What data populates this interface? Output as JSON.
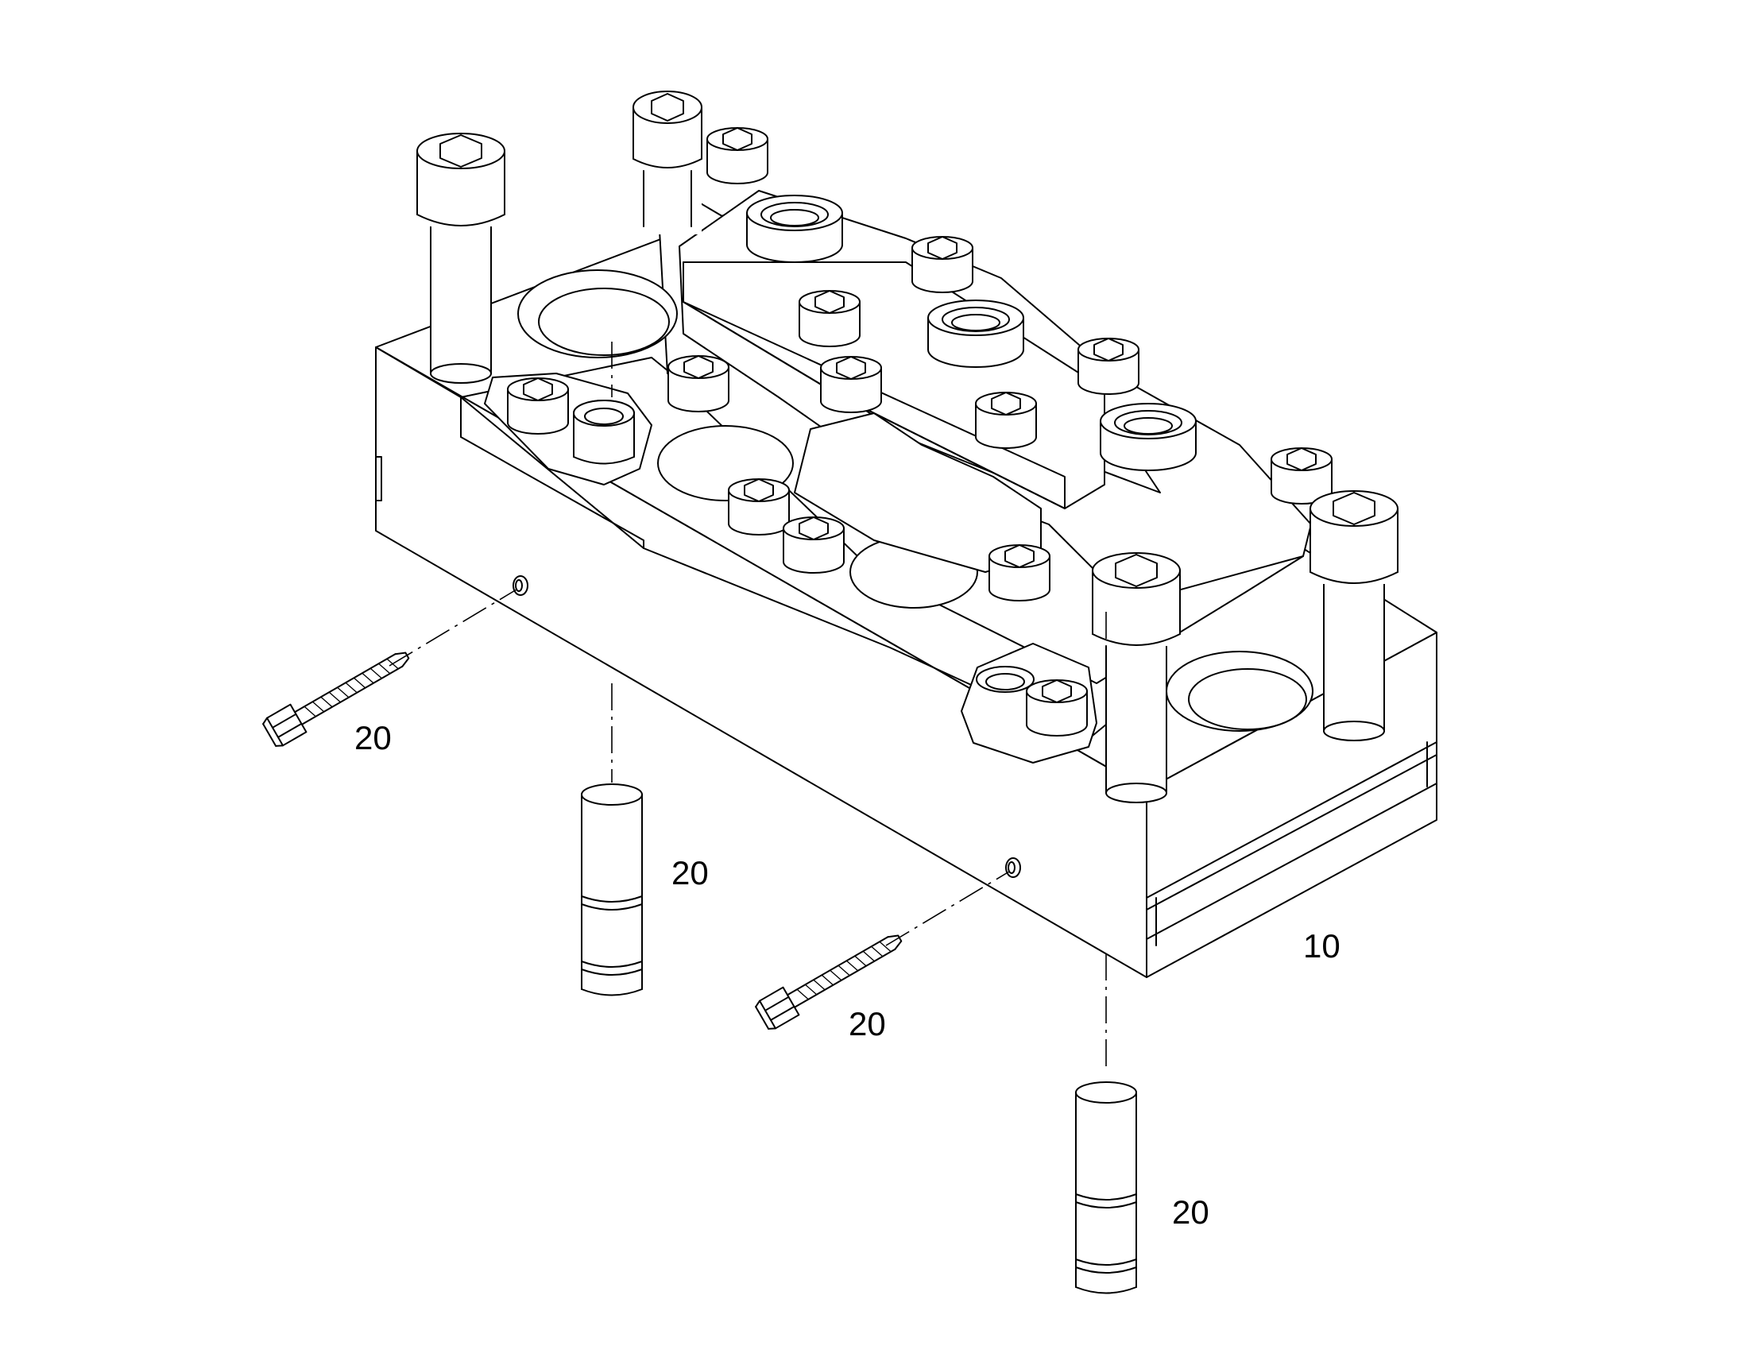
{
  "callouts": [
    {
      "id": "bolt-left",
      "text": "20"
    },
    {
      "id": "pin-left",
      "text": "20"
    },
    {
      "id": "bolt-right",
      "text": "20"
    },
    {
      "id": "base-block",
      "text": "10"
    },
    {
      "id": "pin-right",
      "text": "20"
    }
  ]
}
